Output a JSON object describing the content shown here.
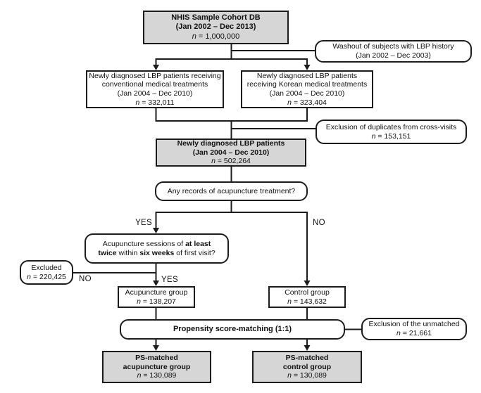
{
  "flowchart": {
    "boxes": {
      "cohort_db": {
        "line1": "NHIS Sample Cohort DB",
        "line2": "(Jan 2002 – Dec 2013)",
        "n_symbol": "n",
        "n_value": " = 1,000,000"
      },
      "washout": {
        "line1": "Washout of subjects with LBP history",
        "line2": "(Jan 2002 – Dec 2003)"
      },
      "conventional": {
        "line1": "Newly diagnosed LBP patients receiving",
        "line2": "conventional medical treatments",
        "line3": "(Jan 2004 – Dec 2010)",
        "n_symbol": "n",
        "n_value": " = 332,011"
      },
      "korean": {
        "line1": "Newly diagnosed LBP patients",
        "line2": "receiving Korean medical treatments",
        "line3": "(Jan 2004 – Dec 2010)",
        "n_symbol": "n",
        "n_value": " = 323,404"
      },
      "duplicate_exclusion": {
        "line1": "Exclusion of duplicates from cross-visits",
        "n_symbol": "n",
        "n_value": " = 153,151"
      },
      "newly_diagnosed": {
        "line1": "Newly diagnosed LBP patients",
        "line2": "(Jan 2004 – Dec 2010)",
        "n_symbol": "n",
        "n_value": " = 502,264"
      },
      "any_records": {
        "line1": "Any records of acupuncture treatment?"
      },
      "sessions": {
        "l1a": "Acupuncture sessions of ",
        "l1b": "at least",
        "l2a": "twice",
        "l2b": " within ",
        "l2c": "six weeks",
        "l2d": " of first visit?"
      },
      "excluded": {
        "line1": "Excluded",
        "n_symbol": "n",
        "n_value": " = 220,425"
      },
      "acupuncture_group": {
        "line1": "Acupuncture group",
        "n_symbol": "n",
        "n_value": " = 138,207"
      },
      "control_group": {
        "line1": "Control group",
        "n_symbol": "n",
        "n_value": " = 143,632"
      },
      "ps_matching": {
        "line1": "Propensity score-matching (1:1)"
      },
      "unmatched_exclusion": {
        "line1": "Exclusion of the unmatched",
        "n_symbol": "n",
        "n_value": " = 21,661"
      },
      "ps_acupuncture": {
        "line1": "PS-matched",
        "line2": "acupuncture group",
        "n_symbol": "n",
        "n_value": " = 130,089"
      },
      "ps_control": {
        "line1": "PS-matched",
        "line2": "control group",
        "n_symbol": "n",
        "n_value": " = 130,089"
      }
    },
    "labels": {
      "any_records_yes": "YES",
      "any_records_no": "NO",
      "sessions_no": "NO",
      "sessions_yes": "YES"
    },
    "colors": {
      "highlight_fill": "#d6d6d6",
      "box_fill": "#ffffff",
      "line": "#1c1c1c",
      "background": "#ffffff"
    }
  }
}
